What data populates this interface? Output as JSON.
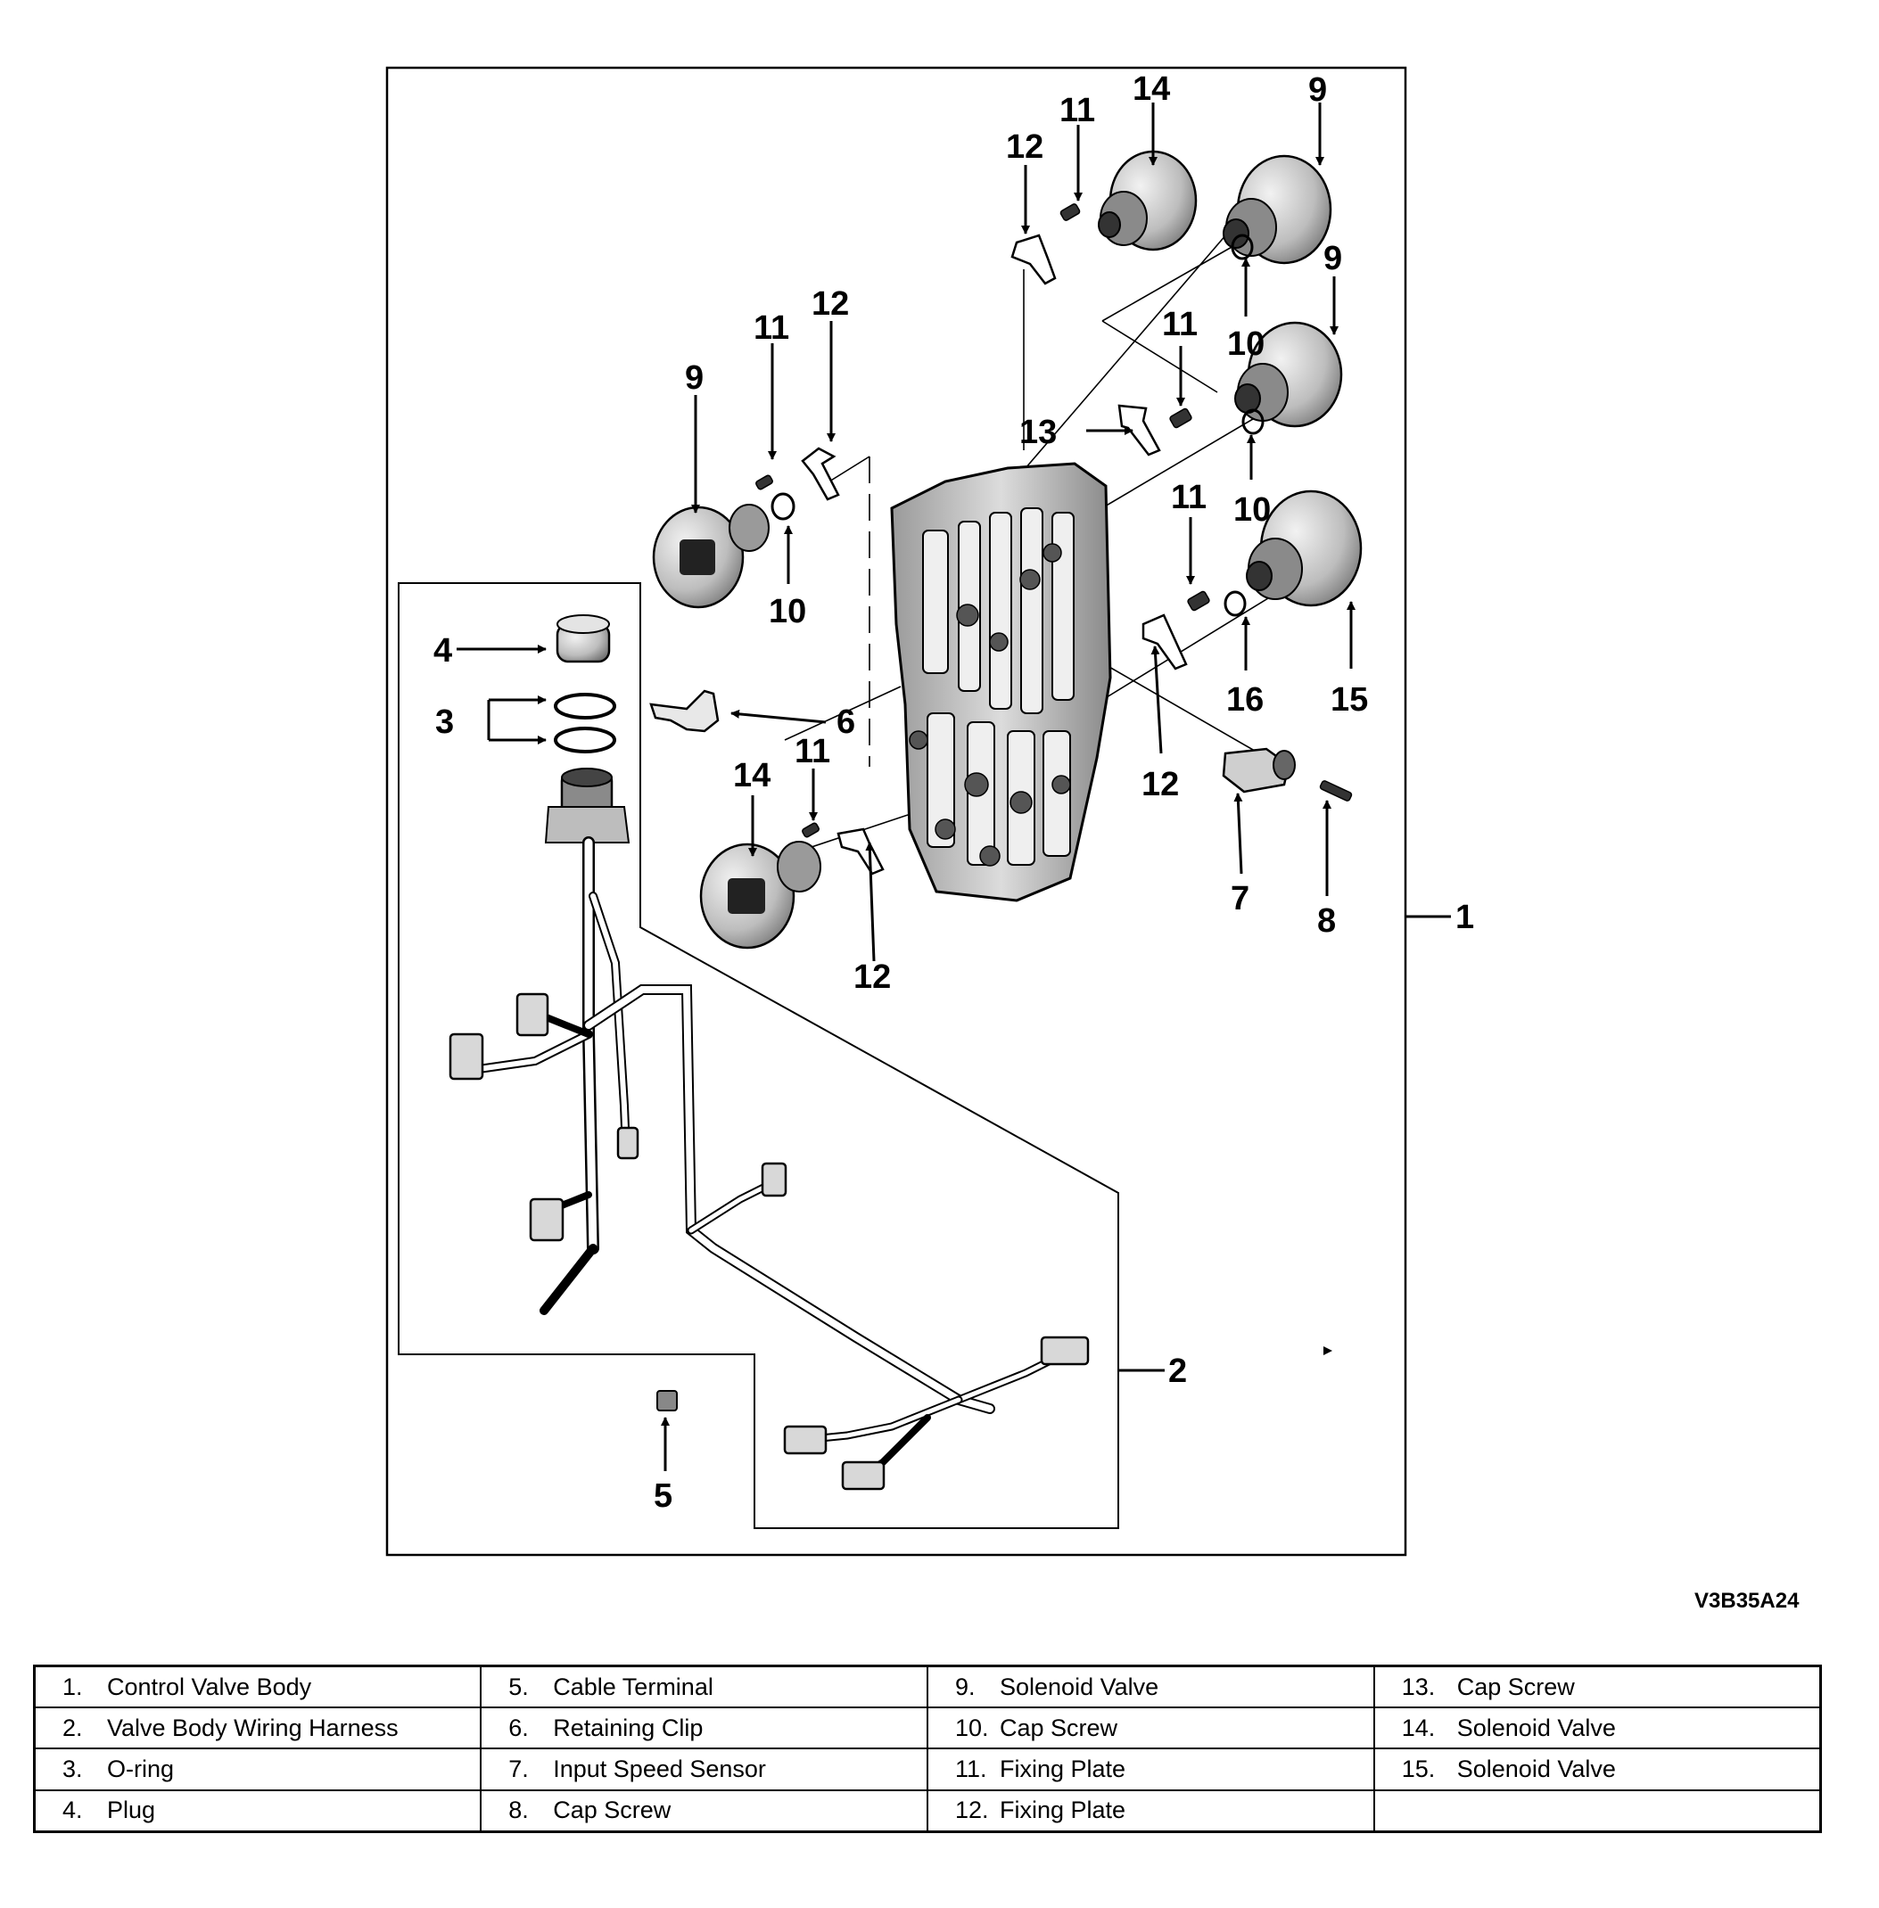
{
  "figure_id": "V3B35A24",
  "callouts": {
    "n1": "1",
    "n2": "2",
    "n3": "3",
    "n4": "4",
    "n5": "5",
    "n6": "6",
    "n7": "7",
    "n8": "8",
    "n9": "9",
    "n10": "10",
    "n11": "11",
    "n12": "12",
    "n13": "13",
    "n14": "14",
    "n15": "15",
    "n16": "16"
  },
  "legend": [
    [
      {
        "num": "1.",
        "name": "Control Valve Body"
      },
      {
        "num": "5.",
        "name": "Cable Terminal"
      },
      {
        "num": "9.",
        "name": "Solenoid Valve"
      },
      {
        "num": "13.",
        "name": "Cap Screw"
      }
    ],
    [
      {
        "num": "2.",
        "name": "Valve Body Wiring Harness"
      },
      {
        "num": "6.",
        "name": "Retaining Clip"
      },
      {
        "num": "10.",
        "name": "Cap Screw"
      },
      {
        "num": "14.",
        "name": "Solenoid Valve"
      }
    ],
    [
      {
        "num": "3.",
        "name": "O-ring"
      },
      {
        "num": "7.",
        "name": "Input Speed Sensor"
      },
      {
        "num": "11.",
        "name": "Fixing Plate"
      },
      {
        "num": "15.",
        "name": "Solenoid Valve"
      }
    ],
    [
      {
        "num": "4.",
        "name": "Plug"
      },
      {
        "num": "8.",
        "name": "Cap Screw"
      },
      {
        "num": "12.",
        "name": "Fixing Plate"
      },
      {
        "num": "",
        "name": ""
      }
    ]
  ]
}
